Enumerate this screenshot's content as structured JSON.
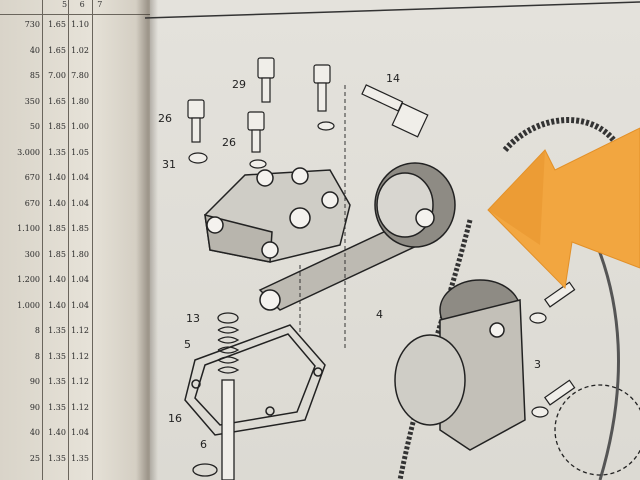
{
  "table": {
    "header": [
      "5",
      "6",
      "7"
    ],
    "rows": [
      [
        "730",
        "1.65",
        "1.10"
      ],
      [
        "40",
        "1.65",
        "1.02"
      ],
      [
        "85",
        "7.00",
        "7.80"
      ],
      [
        "350",
        "1.65",
        "1.80"
      ],
      [
        "50",
        "1.85",
        "1.00"
      ],
      [
        "3.000",
        "1.35",
        "1.05"
      ],
      [
        "670",
        "1.40",
        "1.04"
      ],
      [
        "670",
        "1.40",
        "1.04"
      ],
      [
        "1.100",
        "1.85",
        "1.85"
      ],
      [
        "300",
        "1.85",
        "1.80"
      ],
      [
        "1.200",
        "1.40",
        "1.04"
      ],
      [
        "1.000",
        "1.40",
        "1.04"
      ],
      [
        "8",
        "1.35",
        "1.12"
      ],
      [
        "8",
        "1.35",
        "1.12"
      ],
      [
        "90",
        "1.35",
        "1.12"
      ],
      [
        "90",
        "1.35",
        "1.12"
      ],
      [
        "40",
        "1.40",
        "1.04"
      ],
      [
        "25",
        "1.35",
        "1.35"
      ]
    ]
  },
  "callouts": {
    "n14": "14",
    "n29": "29",
    "n26a": "26",
    "n26b": "26",
    "n31": "31",
    "n4": "4",
    "n13": "13",
    "n5": "5",
    "n16": "16",
    "n6": "6",
    "n3": "3"
  },
  "colors": {
    "arrow": "#f2a640",
    "paper": "#e2e0da",
    "ink": "#2a2a2a"
  }
}
